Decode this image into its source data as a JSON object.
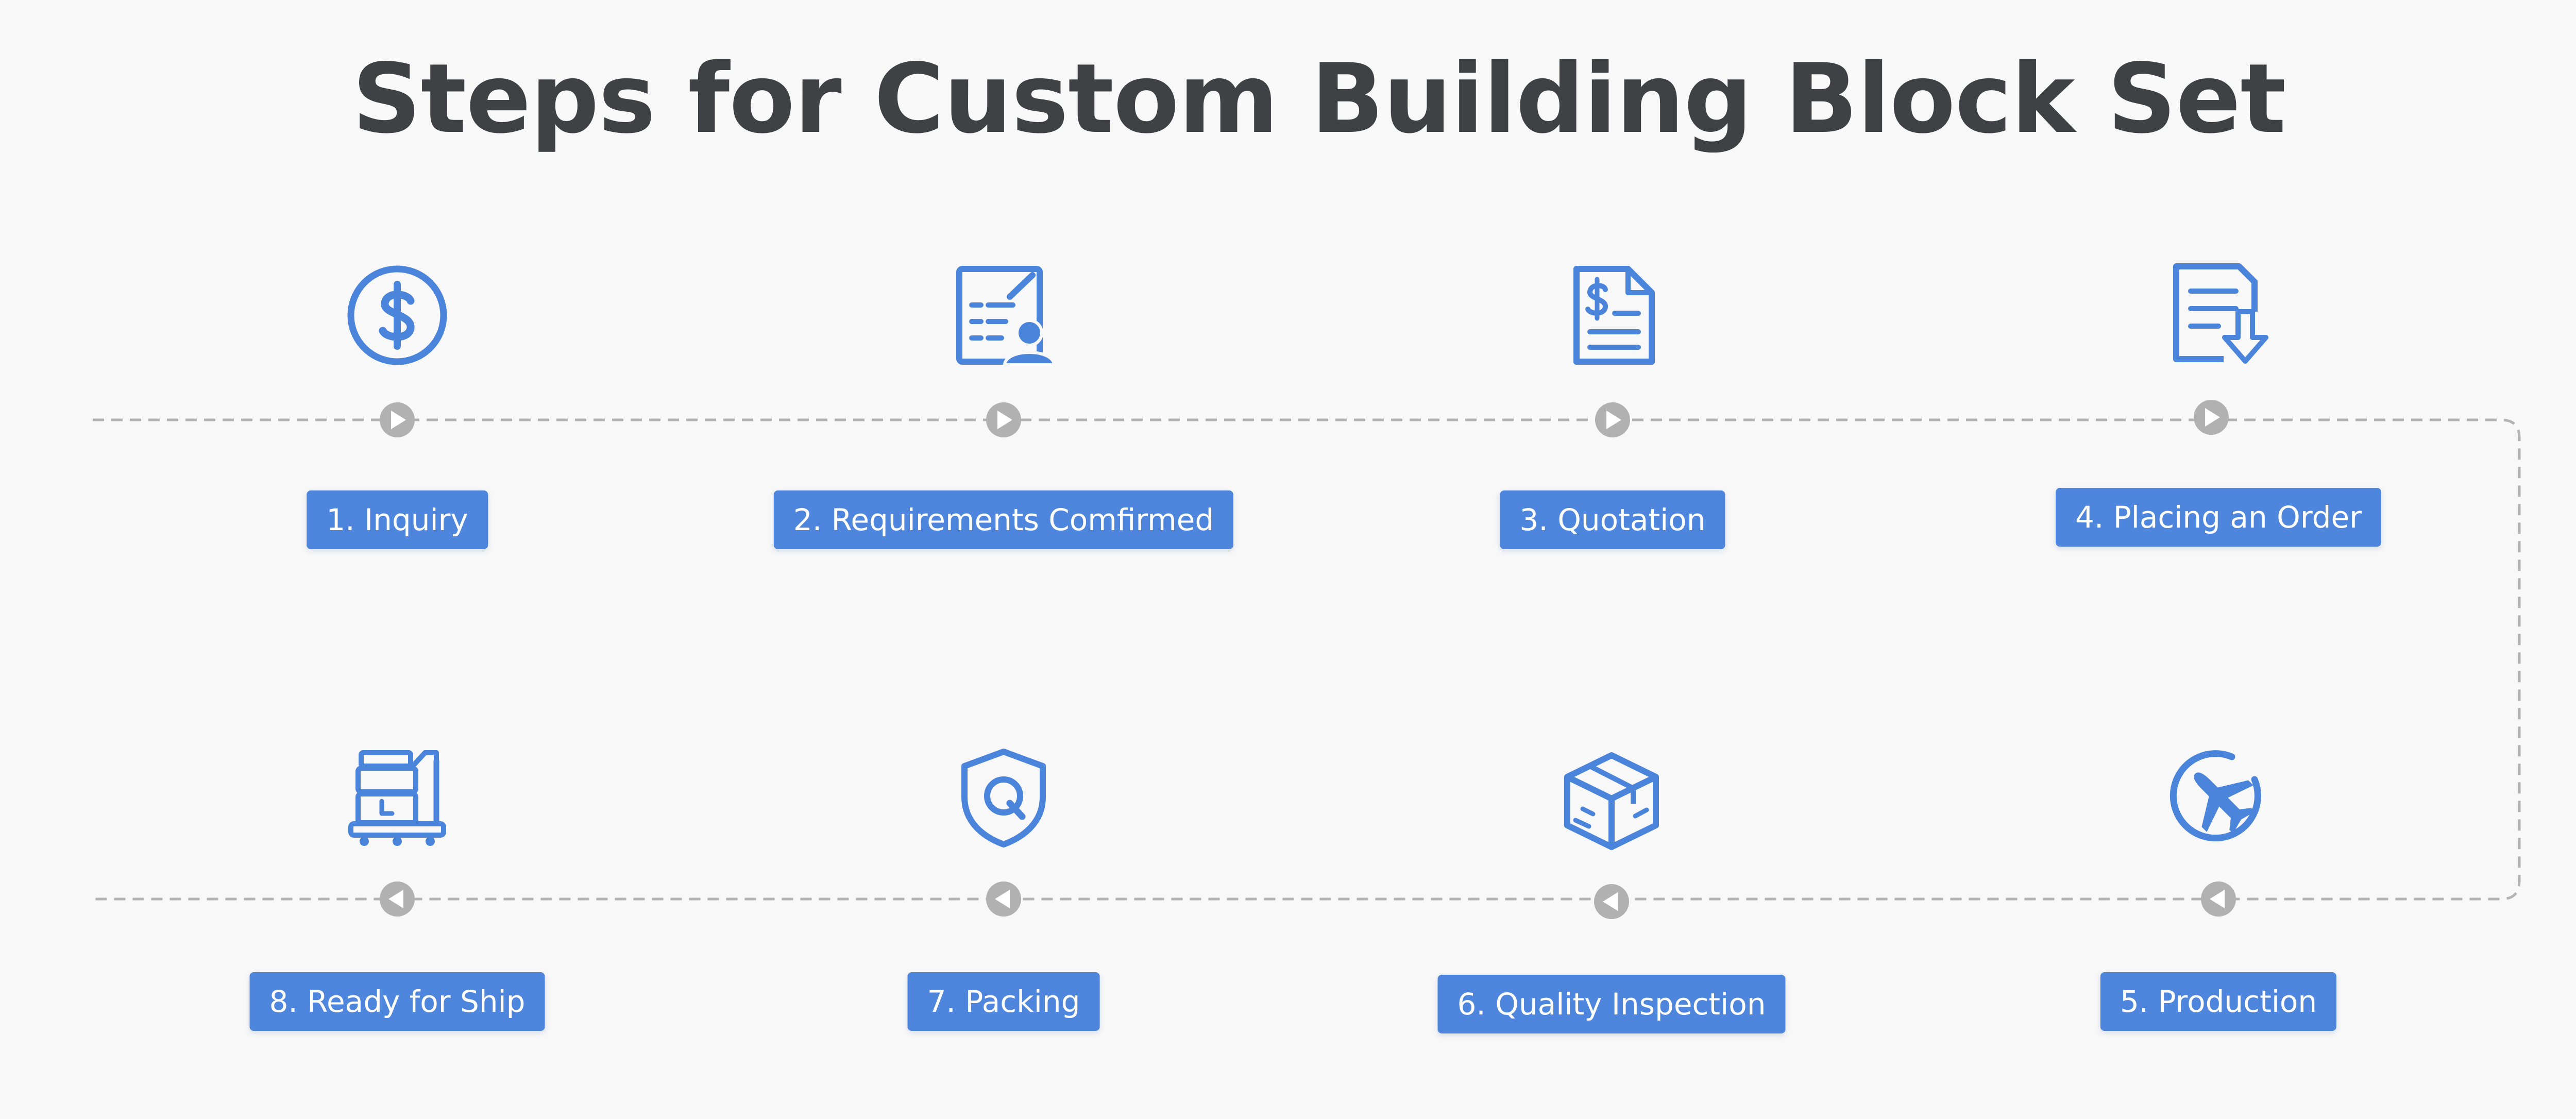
{
  "title": "Steps for Custom Building Block Set",
  "colors": {
    "accent": "#4f86dd",
    "icon": "#4a85db",
    "connector": "#b3b3b3",
    "node": "#b1b1b1",
    "background": "#f8f8f8",
    "title": "#3f4145"
  },
  "steps": [
    {
      "label": "1. Inquiry",
      "icon": "dollar-circle-icon"
    },
    {
      "label": "2. Requirements Comfirmed",
      "icon": "document-user-icon"
    },
    {
      "label": "3. Quotation",
      "icon": "invoice-icon"
    },
    {
      "label": "4. Placing an Order",
      "icon": "document-download-icon"
    },
    {
      "label": "5. Production",
      "icon": "airplane-circle-icon"
    },
    {
      "label": "6. Quality Inspection",
      "icon": "package-box-icon"
    },
    {
      "label": "7. Packing",
      "icon": "shield-q-icon"
    },
    {
      "label": "8. Ready for Ship",
      "icon": "shipping-cart-icon"
    }
  ]
}
